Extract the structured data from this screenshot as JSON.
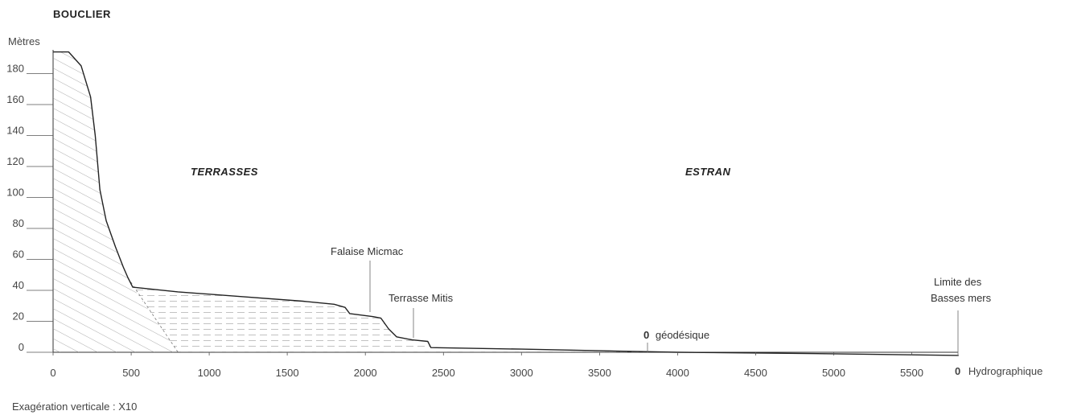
{
  "heading": "BOUCLIER",
  "y_axis_title": "Mètres",
  "regions": {
    "terrasses": "TERRASSES",
    "estran": "ESTRAN"
  },
  "annotations": {
    "falaise": "Falaise Micmac",
    "terrasse": "Terrasse Mitis",
    "limite_line1": "Limite des",
    "limite_line2": "Basses mers",
    "geodesique_zero": "0",
    "geodesique_text": "géodésique",
    "hydro_zero": "0",
    "hydro_text": "Hydrographique"
  },
  "footnote": "Exagération verticale : X10",
  "chart_data": {
    "type": "area",
    "x_ticks": [
      "0",
      "500",
      "1000",
      "1500",
      "2000",
      "2500",
      "3000",
      "3500",
      "4000",
      "4500",
      "5000",
      "5500"
    ],
    "y_ticks": [
      "0",
      "20",
      "40",
      "60",
      "80",
      "100",
      "120",
      "140",
      "160",
      "180"
    ],
    "profile_x_m": [
      0,
      100,
      180,
      240,
      270,
      300,
      340,
      400,
      450,
      480,
      510,
      800,
      1200,
      1600,
      1800,
      1870,
      1900,
      2050,
      2100,
      2150,
      2200,
      2300,
      2400,
      2420,
      3000,
      3500,
      4000,
      5000,
      5800
    ],
    "profile_y_m": [
      194,
      194,
      185,
      165,
      140,
      105,
      85,
      68,
      55,
      48,
      42,
      39,
      36,
      33,
      31,
      29,
      25,
      23,
      22,
      15,
      10,
      8,
      7,
      3,
      2,
      1,
      0,
      -1,
      -2
    ],
    "xlim": [
      0,
      5800
    ],
    "ylim": [
      0,
      190
    ],
    "grid": false,
    "colors": {
      "line": "#222222",
      "hatch": "#777777",
      "dash": "#999999",
      "text": "#444444"
    }
  }
}
